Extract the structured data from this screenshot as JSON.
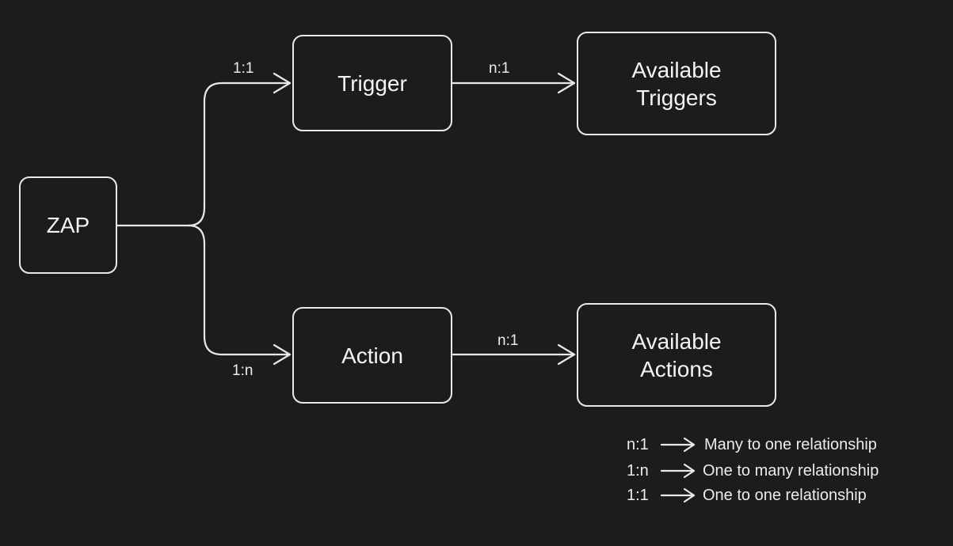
{
  "nodes": {
    "zap": "ZAP",
    "trigger": "Trigger",
    "available_triggers": [
      "Available",
      "Triggers"
    ],
    "action": "Action",
    "available_actions": [
      "Available",
      "Actions"
    ]
  },
  "edges": {
    "zap_to_trigger": "1:1",
    "zap_to_action": "1:n",
    "trigger_to_available": "n:1",
    "action_to_available": "n:1"
  },
  "legend": [
    {
      "key": "n:1",
      "text": "Many to one relationship"
    },
    {
      "key": "1:n",
      "text": "One to many relationship"
    },
    {
      "key": "1:1",
      "text": "One to one relationship"
    }
  ],
  "colors": {
    "background": "#1c1c1c",
    "stroke": "#e8e8e8"
  }
}
